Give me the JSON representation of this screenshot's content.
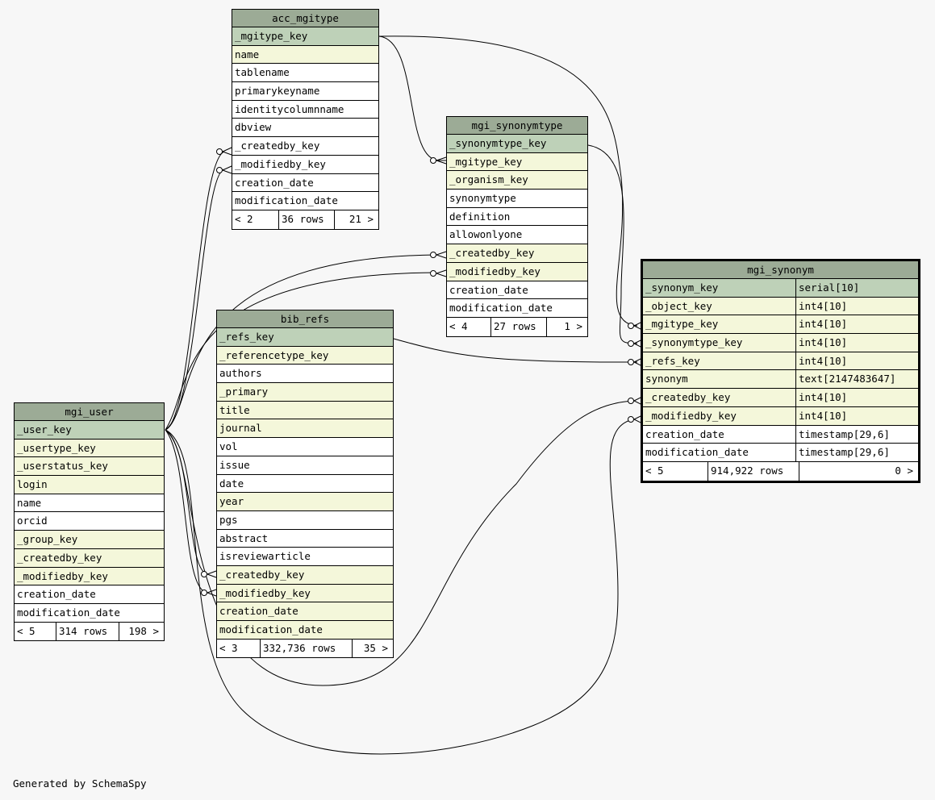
{
  "footer_text": "Generated by SchemaSpy",
  "colors": {
    "title": "#9cab96",
    "primary_key": "#bed1b8",
    "foreign_key": "#f4f7da",
    "plain": "#ffffff",
    "background": "#f7f7f7"
  },
  "tables": {
    "acc_mgitype": {
      "name": "acc_mgitype",
      "columns": [
        {
          "name": "_mgitype_key",
          "kind": "pk"
        },
        {
          "name": "name",
          "kind": "fk"
        },
        {
          "name": "tablename",
          "kind": "plain"
        },
        {
          "name": "primarykeyname",
          "kind": "plain"
        },
        {
          "name": "identitycolumnname",
          "kind": "plain"
        },
        {
          "name": "dbview",
          "kind": "plain"
        },
        {
          "name": "_createdby_key",
          "kind": "plain"
        },
        {
          "name": "_modifiedby_key",
          "kind": "plain"
        },
        {
          "name": "creation_date",
          "kind": "plain"
        },
        {
          "name": "modification_date",
          "kind": "plain"
        }
      ],
      "footer": {
        "parents": "< 2",
        "rows": "36 rows",
        "children": "21 >"
      }
    },
    "mgi_synonymtype": {
      "name": "mgi_synonymtype",
      "columns": [
        {
          "name": "_synonymtype_key",
          "kind": "pk"
        },
        {
          "name": "_mgitype_key",
          "kind": "fk"
        },
        {
          "name": "_organism_key",
          "kind": "fk"
        },
        {
          "name": "synonymtype",
          "kind": "plain"
        },
        {
          "name": "definition",
          "kind": "plain"
        },
        {
          "name": "allowonlyone",
          "kind": "plain"
        },
        {
          "name": "_createdby_key",
          "kind": "fk"
        },
        {
          "name": "_modifiedby_key",
          "kind": "fk"
        },
        {
          "name": "creation_date",
          "kind": "plain"
        },
        {
          "name": "modification_date",
          "kind": "plain"
        }
      ],
      "footer": {
        "parents": "< 4",
        "rows": "27 rows",
        "children": "1 >"
      }
    },
    "bib_refs": {
      "name": "bib_refs",
      "columns": [
        {
          "name": "_refs_key",
          "kind": "pk"
        },
        {
          "name": "_referencetype_key",
          "kind": "fk"
        },
        {
          "name": "authors",
          "kind": "plain"
        },
        {
          "name": "_primary",
          "kind": "fk"
        },
        {
          "name": "title",
          "kind": "fk"
        },
        {
          "name": "journal",
          "kind": "fk"
        },
        {
          "name": "vol",
          "kind": "plain"
        },
        {
          "name": "issue",
          "kind": "plain"
        },
        {
          "name": "date",
          "kind": "plain"
        },
        {
          "name": "year",
          "kind": "fk"
        },
        {
          "name": "pgs",
          "kind": "plain"
        },
        {
          "name": "abstract",
          "kind": "plain"
        },
        {
          "name": "isreviewarticle",
          "kind": "plain"
        },
        {
          "name": "_createdby_key",
          "kind": "fk"
        },
        {
          "name": "_modifiedby_key",
          "kind": "fk"
        },
        {
          "name": "creation_date",
          "kind": "fk"
        },
        {
          "name": "modification_date",
          "kind": "fk"
        }
      ],
      "footer": {
        "parents": "< 3",
        "rows": "332,736 rows",
        "children": "35 >"
      }
    },
    "mgi_user": {
      "name": "mgi_user",
      "columns": [
        {
          "name": "_user_key",
          "kind": "pk"
        },
        {
          "name": "_usertype_key",
          "kind": "fk"
        },
        {
          "name": "_userstatus_key",
          "kind": "fk"
        },
        {
          "name": "login",
          "kind": "fk"
        },
        {
          "name": "name",
          "kind": "plain"
        },
        {
          "name": "orcid",
          "kind": "plain"
        },
        {
          "name": "_group_key",
          "kind": "fk"
        },
        {
          "name": "_createdby_key",
          "kind": "fk"
        },
        {
          "name": "_modifiedby_key",
          "kind": "fk"
        },
        {
          "name": "creation_date",
          "kind": "plain"
        },
        {
          "name": "modification_date",
          "kind": "plain"
        }
      ],
      "footer": {
        "parents": "< 5",
        "rows": "314 rows",
        "children": "198 >"
      }
    },
    "mgi_synonym": {
      "name": "mgi_synonym",
      "columns": [
        {
          "name": "_synonym_key",
          "type": "serial[10]",
          "kind": "pk"
        },
        {
          "name": "_object_key",
          "type": "int4[10]",
          "kind": "fk"
        },
        {
          "name": "_mgitype_key",
          "type": "int4[10]",
          "kind": "fk"
        },
        {
          "name": "_synonymtype_key",
          "type": "int4[10]",
          "kind": "fk"
        },
        {
          "name": "_refs_key",
          "type": "int4[10]",
          "kind": "fk"
        },
        {
          "name": "synonym",
          "type": "text[2147483647]",
          "kind": "fk"
        },
        {
          "name": "_createdby_key",
          "type": "int4[10]",
          "kind": "fk"
        },
        {
          "name": "_modifiedby_key",
          "type": "int4[10]",
          "kind": "fk"
        },
        {
          "name": "creation_date",
          "type": "timestamp[29,6]",
          "kind": "plain"
        },
        {
          "name": "modification_date",
          "type": "timestamp[29,6]",
          "kind": "plain"
        }
      ],
      "footer": {
        "parents": "< 5",
        "rows": "914,922 rows",
        "children": "0 >"
      }
    }
  }
}
